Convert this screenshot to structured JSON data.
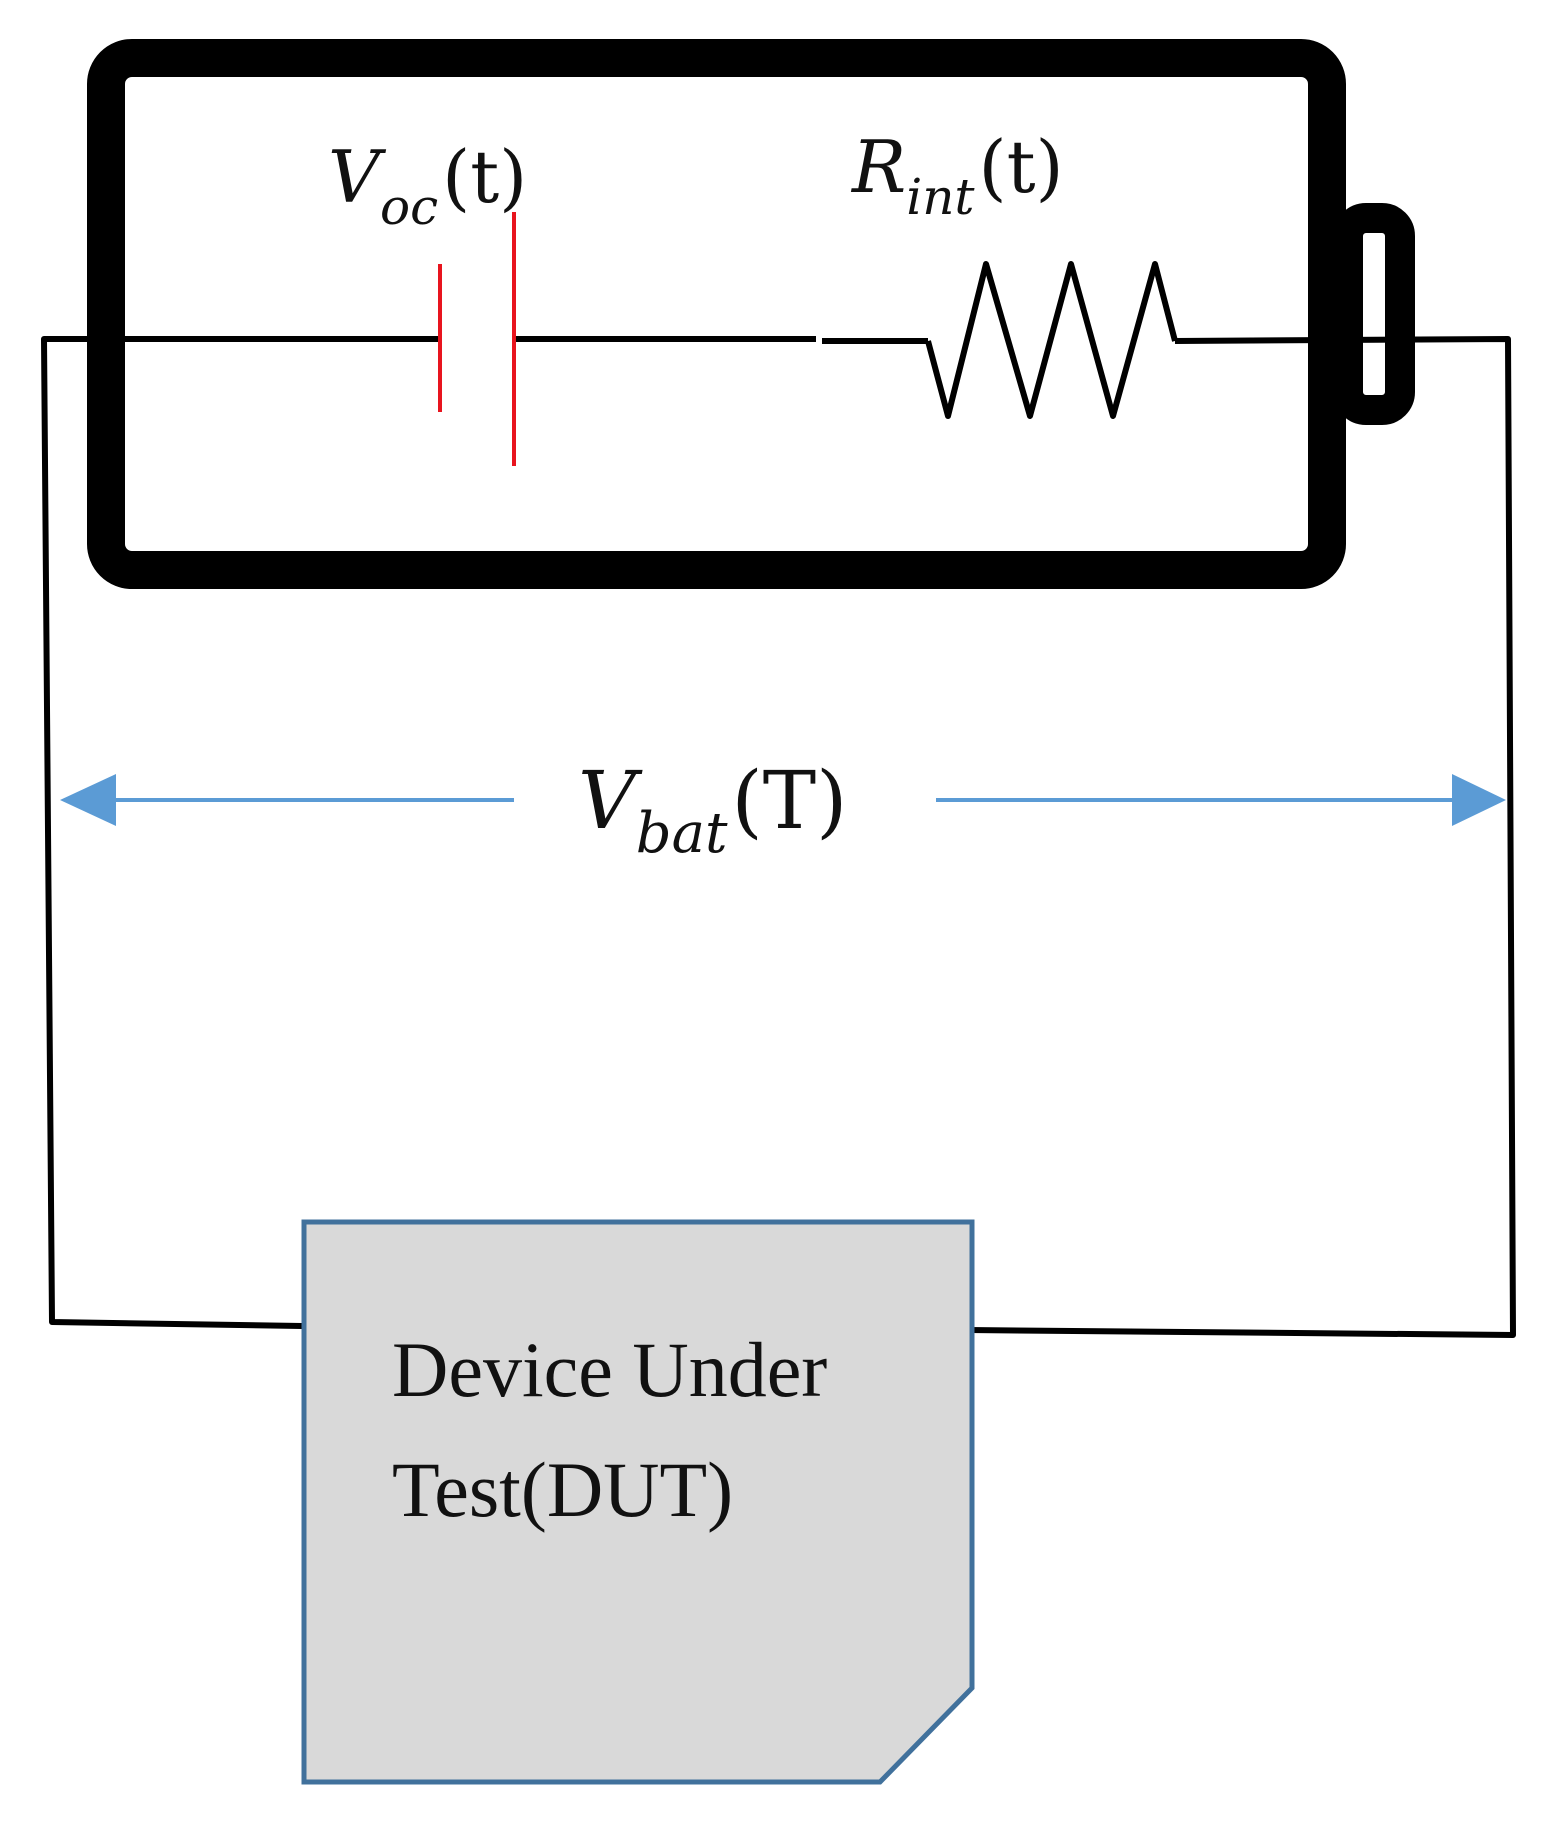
{
  "colors": {
    "wire": "#000000",
    "capacitor_plates": "#e8141e",
    "measure_arrow": "#5b9bd5",
    "dut_fill": "#d9d9d9",
    "dut_border": "#41719c"
  },
  "battery": {
    "voc_label": {
      "symbol": "V",
      "subscript": "oc",
      "argument": "(t)"
    },
    "rint_label": {
      "symbol": "R",
      "subscript": "int",
      "argument": "(t)"
    }
  },
  "measurement": {
    "vbat_label": {
      "symbol": "V",
      "subscript": "bat",
      "argument": "(T)"
    }
  },
  "dut": {
    "line1": "Device Under",
    "line2": "Test(DUT)"
  },
  "icons": {
    "battery": "battery-outline-icon",
    "capacitor": "capacitor-symbol-icon",
    "resistor": "resistor-symbol-icon",
    "arrow_left": "arrow-left-icon",
    "arrow_right": "arrow-right-icon"
  }
}
